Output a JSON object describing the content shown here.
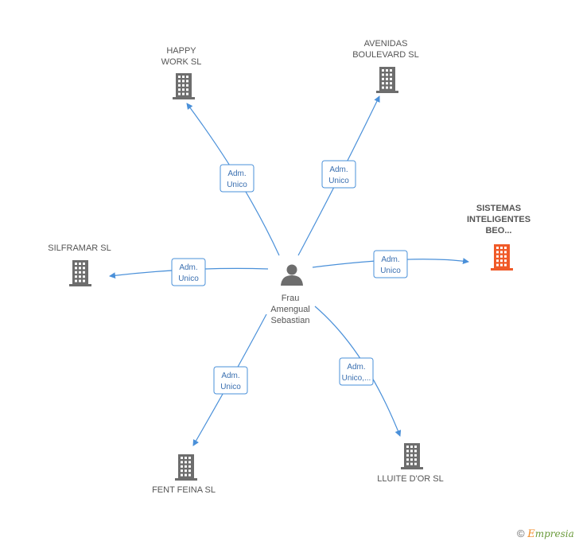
{
  "center": {
    "name_lines": [
      "Frau",
      "Amengual",
      "Sebastian"
    ],
    "icon": "person-icon"
  },
  "companies": [
    {
      "id": "happy-work",
      "name_lines": [
        "HAPPY",
        "WORK SL"
      ],
      "relation": [
        "Adm.",
        "Unico"
      ],
      "highlight": false,
      "icon": "building-icon"
    },
    {
      "id": "avenidas-boulevard",
      "name_lines": [
        "AVENIDAS",
        "BOULEVARD SL"
      ],
      "relation": [
        "Adm.",
        "Unico"
      ],
      "highlight": false,
      "icon": "building-icon"
    },
    {
      "id": "sistemas-inteligentes",
      "name_lines": [
        "SISTEMAS",
        "INTELIGENTES",
        "BEO..."
      ],
      "relation": [
        "Adm.",
        "Unico"
      ],
      "highlight": true,
      "icon": "building-icon"
    },
    {
      "id": "silframar",
      "name_lines": [
        "SILFRAMAR SL"
      ],
      "relation": [
        "Adm.",
        "Unico"
      ],
      "highlight": false,
      "icon": "building-icon"
    },
    {
      "id": "fent-feina",
      "name_lines": [
        "FENT FEINA SL"
      ],
      "relation": [
        "Adm.",
        "Unico"
      ],
      "highlight": false,
      "icon": "building-icon"
    },
    {
      "id": "lluite-dor",
      "name_lines": [
        "LLUITE D'OR SL"
      ],
      "relation": [
        "Adm.",
        "Unico,..."
      ],
      "highlight": false,
      "icon": "building-icon"
    }
  ],
  "colors": {
    "edge": "#4a90d9",
    "building": "#6d6d6d",
    "building_highlight": "#f05a28",
    "person": "#6d6d6d"
  },
  "footer": {
    "copyright": "©",
    "brand_initial": "E",
    "brand_rest": "mpresia"
  }
}
